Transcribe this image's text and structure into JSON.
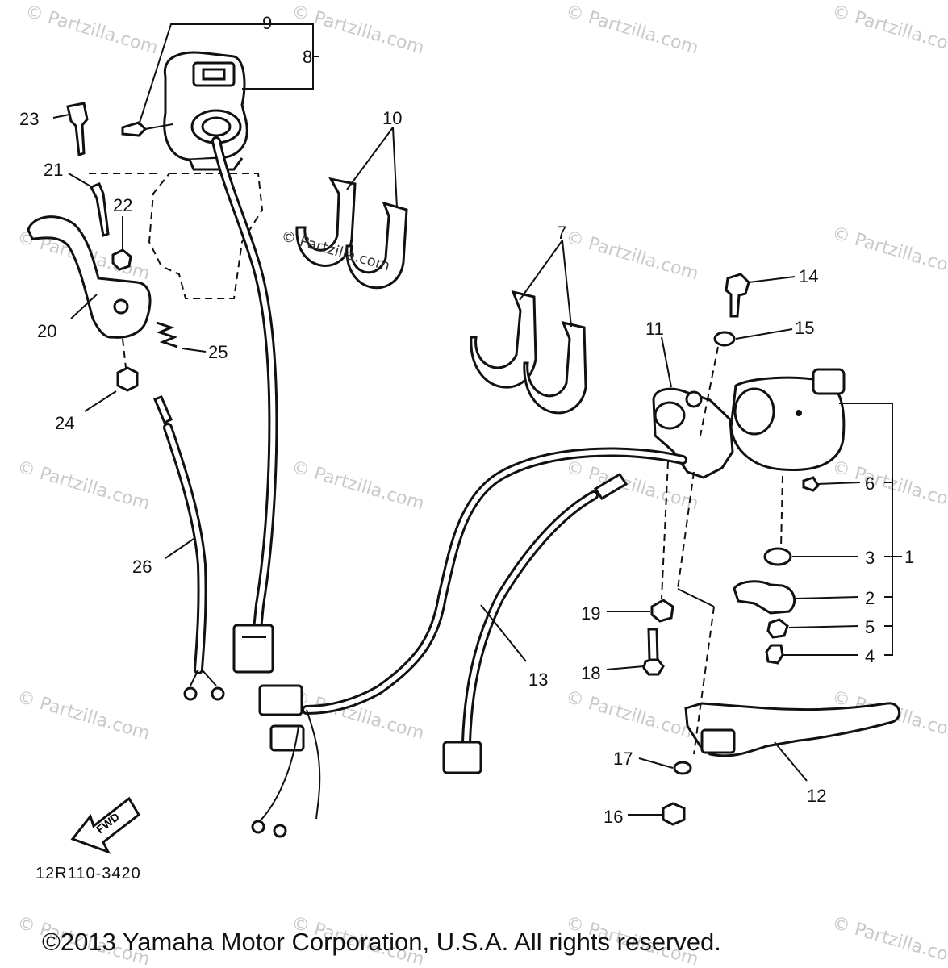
{
  "diagram": {
    "part_code": "12R110-3420",
    "copyright": "©2013 Yamaha Motor Corporation, U.S.A. All rights reserved.",
    "watermark": "© Partzilla.com",
    "watermark_center": "© Partzilla.com",
    "fwd_label": "FWD",
    "callouts": {
      "c1": "1",
      "c2": "2",
      "c3": "3",
      "c4": "4",
      "c5": "5",
      "c6": "6",
      "c7": "7",
      "c8": "8",
      "c9": "9",
      "c10": "10",
      "c11": "11",
      "c12": "12",
      "c13": "13",
      "c14": "14",
      "c15": "15",
      "c16": "16",
      "c17": "17",
      "c18": "18",
      "c19": "19",
      "c20": "20",
      "c21": "21",
      "c22": "22",
      "c23": "23",
      "c24": "24",
      "c25": "25",
      "c26": "26"
    }
  }
}
